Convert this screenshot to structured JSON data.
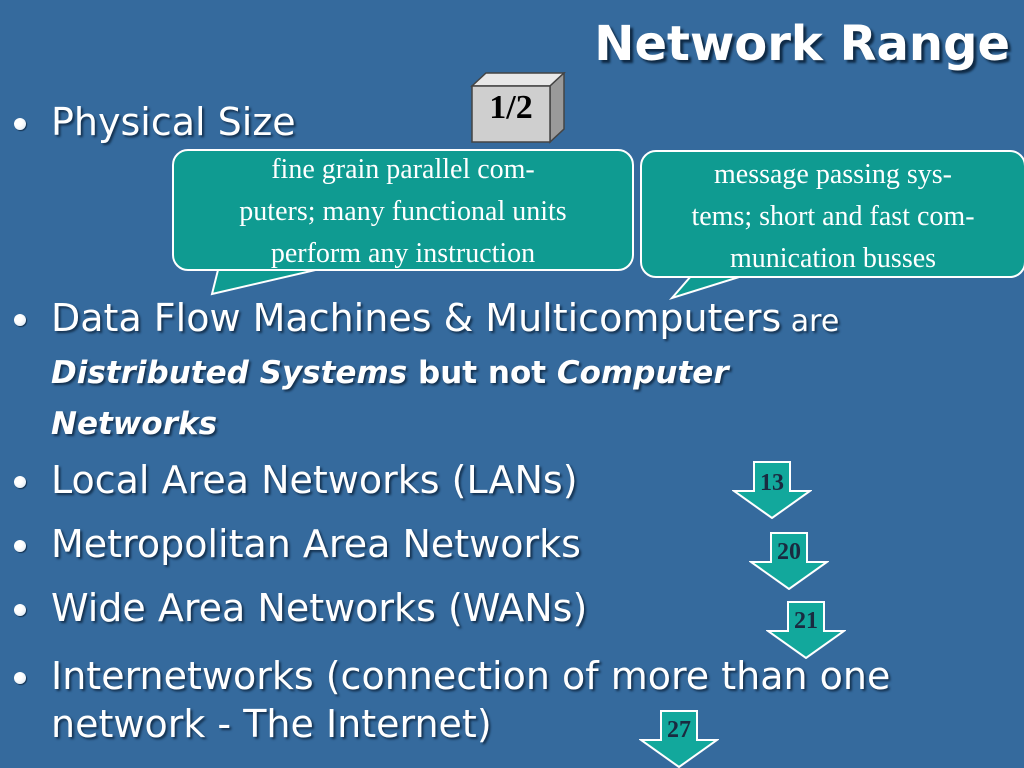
{
  "slide": {
    "title": "Network Range",
    "badge": "1/2",
    "bullets": {
      "physical": "Physical Size",
      "dataflow_main": "Data Flow Machines & Multicomputers",
      "dataflow_are": " are",
      "dataflow_distributed": "Distributed Systems",
      "dataflow_butnot": " but not ",
      "dataflow_computer": "Computer",
      "dataflow_networks": "Networks",
      "lan": "Local Area Networks (LANs)",
      "man": "Metropolitan Area Networks",
      "wan": "Wide Area Networks (WANs)",
      "inet_line1": "Internetworks (connection of more than one",
      "inet_line2": "network - The Internet)"
    },
    "callouts": {
      "left": {
        "line1": "fine grain parallel com-",
        "line2": "puters;  many functional units",
        "line3": "perform any instruction"
      },
      "right": {
        "line1": "message passing sys-",
        "line2": "tems;  short and fast com-",
        "line3": "munication busses"
      }
    },
    "arrows": {
      "lan": "13",
      "man": "20",
      "wan": "21",
      "inet": "27"
    }
  },
  "colors": {
    "background": "#356a9d",
    "callout": "#0f9b91",
    "arrow": "#12a89c",
    "text": "#ffffff"
  }
}
